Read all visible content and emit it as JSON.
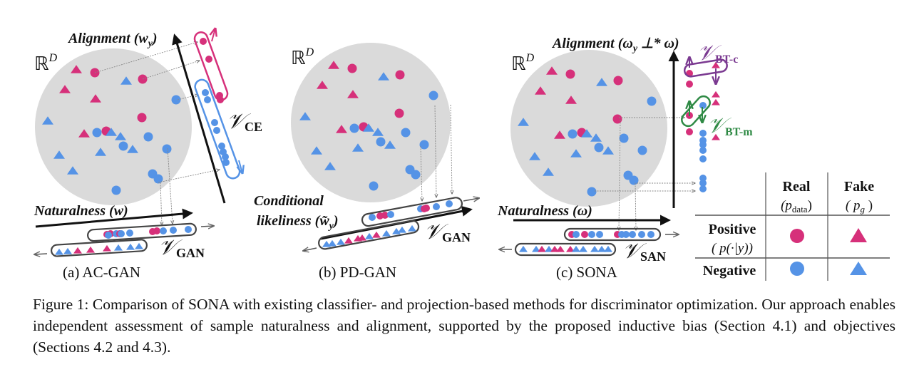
{
  "colors": {
    "positive": "#d6307a",
    "negative": "#5593e6",
    "sphere": "#dadada",
    "bt_c": "#7b3a91",
    "bt_m": "#2f8a45",
    "ink": "#111111",
    "guide": "#777777"
  },
  "panels": [
    {
      "id": "a",
      "caption": "(a) AC-GAN",
      "space_label": "ℝ",
      "space_sup": "D",
      "axis_alignment": "Alignment (w",
      "axis_alignment_sub": "y",
      "axis_alignment_close": ")",
      "axis_naturalness": "Naturalness (w)",
      "v_label": "𝒱",
      "v_ce_sub": "CE",
      "v_gan_sub": "GAN"
    },
    {
      "id": "b",
      "caption": "(b) PD-GAN",
      "space_label": "ℝ",
      "space_sup": "D",
      "axis_line1": "Conditional",
      "axis_line2": "likeliness (w̃",
      "axis_line2_sub": "y",
      "axis_line2_close": ")",
      "v_label": "𝒱",
      "v_gan_sub": "GAN"
    },
    {
      "id": "c",
      "caption": "(c) SONA",
      "space_label": "ℝ",
      "space_sup": "D",
      "axis_alignment": "Alignment (ω",
      "axis_alignment_sub": "y",
      "axis_alignment_rest": " ⊥* ω)",
      "axis_naturalness": "Naturalness (ω)",
      "v_label": "𝒱",
      "v_san_sub": "SAN",
      "v_btc_sub": "BT-c",
      "v_btm_sub": "BT-m"
    }
  ],
  "legend": {
    "col_headers": [
      {
        "title": "Real",
        "sub": "(p",
        "sub_idx": "data",
        "sub_close": ")"
      },
      {
        "title": "Fake",
        "sub": "( p",
        "sub_idx": "g",
        "sub_close": " )"
      }
    ],
    "rows": [
      {
        "title": "Positive",
        "sub": "( p(·|y))",
        "real": "positive-circle",
        "fake": "positive-triangle"
      },
      {
        "title": "Negative",
        "sub": "",
        "real": "negative-circle",
        "fake": "negative-triangle"
      }
    ]
  },
  "caption": {
    "text": "Figure 1: Comparison of SONA with existing classifier- and projection-based methods for discriminator optimization. Our approach enables independent assessment of sample naturalness and alignment, supported by the proposed inductive bias (Section 4.1) and objectives (Sections 4.2 and 4.3)."
  }
}
